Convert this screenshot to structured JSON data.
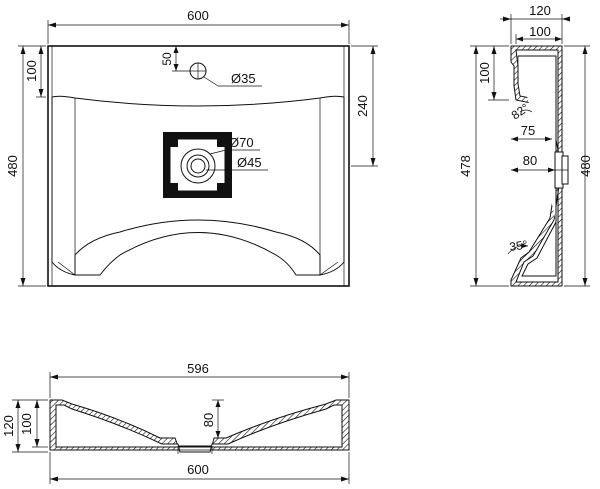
{
  "top_view": {
    "width_label": "600",
    "height_label": "480",
    "top_offset_label": "100",
    "hole_offset_label": "50",
    "hole_diameter_label": "Ø35",
    "basin_depth_label": "240",
    "drain_outer_label": "Ø70",
    "drain_inner_label": "Ø45"
  },
  "side_view": {
    "total_depth_label": "120",
    "inner_depth_label": "100",
    "top_band_label": "100",
    "angle_top_label": "82°",
    "drain_offset_upper_label": "75",
    "drain_offset_lower_label": "80",
    "inner_height_label": "478",
    "outer_height_label": "480",
    "angle_bottom_label": "35°"
  },
  "section_view": {
    "inner_width_label": "596",
    "outer_height_label": "120",
    "inner_height_label": "100",
    "drain_depth_label": "80",
    "outer_width_label": "600"
  }
}
